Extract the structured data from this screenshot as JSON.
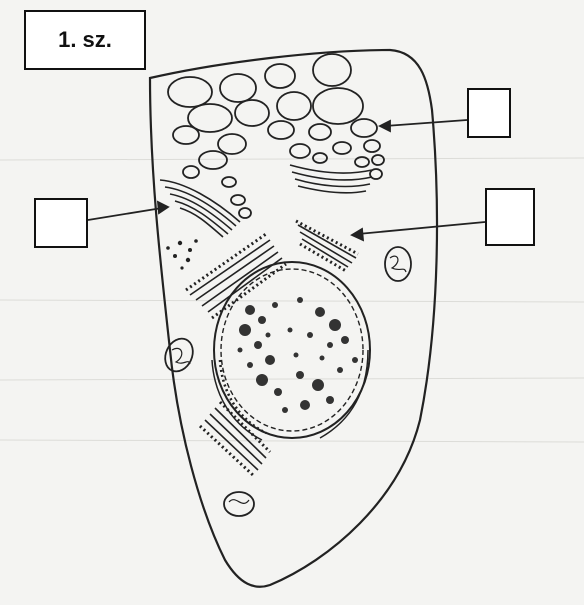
{
  "title": "1. sz.",
  "label_boxes": [
    {
      "name": "label-box-top-right",
      "value": ""
    },
    {
      "name": "label-box-left",
      "value": ""
    },
    {
      "name": "label-box-right",
      "value": ""
    }
  ],
  "colors": {
    "ink": "#222222",
    "background": "#f4f4f2",
    "box": "#ffffff"
  }
}
